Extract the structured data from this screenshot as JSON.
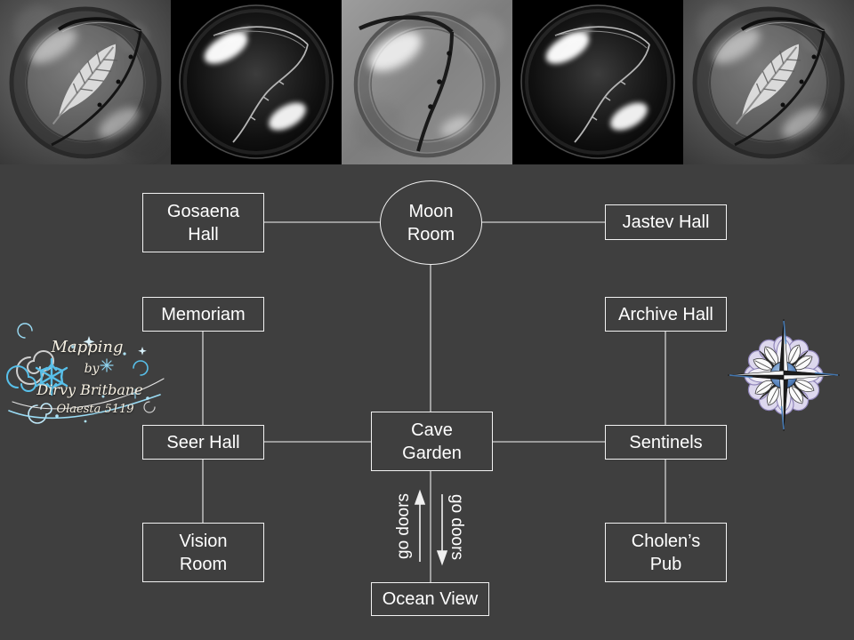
{
  "colors": {
    "background": "#3F3F3F",
    "box_border": "#F2F2F2",
    "connector_line": "#B8B8B8",
    "text": "#FFFFFF",
    "watermark_blue": "#58C0EA",
    "banner_black": "#000000"
  },
  "banner": {
    "panels": [
      {
        "icon": "feather-sigil-orb"
      },
      {
        "icon": "scythe-dark-sphere"
      },
      {
        "icon": "scythe-stone-ring"
      },
      {
        "icon": "scythe-dark-sphere"
      },
      {
        "icon": "feather-sigil-orb"
      }
    ]
  },
  "rooms": {
    "gosaena": {
      "lines": [
        "Gosaena",
        "Hall"
      ]
    },
    "moon": {
      "lines": [
        "Moon",
        "Room"
      ]
    },
    "jastev": {
      "lines": [
        "Jastev Hall"
      ]
    },
    "memoriam": {
      "lines": [
        "Memoriam"
      ]
    },
    "archive": {
      "lines": [
        "Archive Hall"
      ]
    },
    "seer": {
      "lines": [
        "Seer Hall"
      ]
    },
    "cave": {
      "lines": [
        "Cave",
        "Garden"
      ]
    },
    "sentinels": {
      "lines": [
        "Sentinels"
      ]
    },
    "vision": {
      "lines": [
        "Vision",
        "Room"
      ]
    },
    "cholens": {
      "lines": [
        "Cholen’s",
        "Pub"
      ]
    },
    "ocean": {
      "lines": [
        "Ocean View"
      ]
    }
  },
  "connector_labels": {
    "up": "go doors",
    "down": "go doors"
  },
  "watermark": {
    "lines": [
      "Mapping",
      "by",
      "Dirvy Britbane",
      "Olaesta 5119"
    ]
  }
}
